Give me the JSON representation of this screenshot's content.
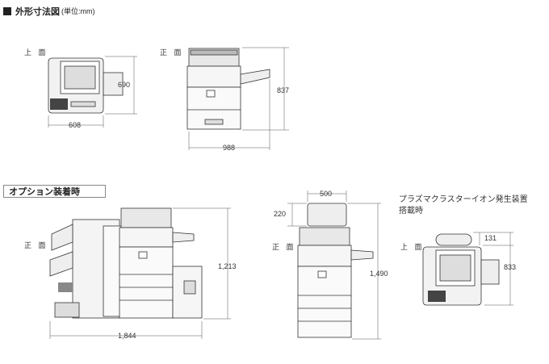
{
  "header": {
    "title": "外形寸法図",
    "unit": "(単位:mm)"
  },
  "option_title": "オプション装着時",
  "labels": {
    "top_view": "上 面",
    "front_view": "正 面",
    "cluster_note_line1": "プラズマクラスターイオン発生装置",
    "cluster_note_line2": "搭載時"
  },
  "dimensions": {
    "std_top_depth": "690",
    "std_top_width": "608",
    "std_front_height": "837",
    "std_front_width": "988",
    "opt_front_height": "1,213",
    "opt_front_width": "1,844",
    "cluster_top_width": "500",
    "cluster_top_height": "220",
    "cluster_front_height": "1,490",
    "cluster_plan_offset": "131",
    "cluster_plan_depth": "833"
  }
}
